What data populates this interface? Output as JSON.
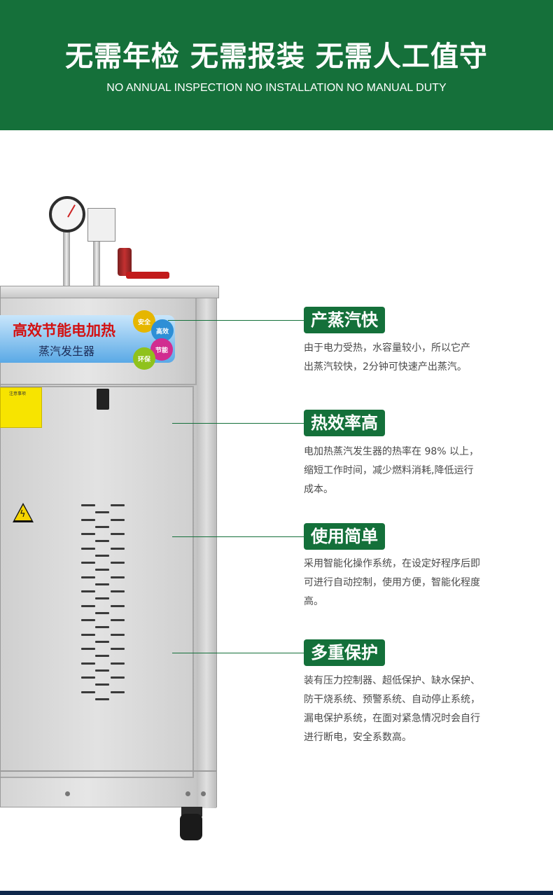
{
  "header": {
    "title": "无需年检 无需报装 无需人工值守",
    "subtitle": "NO ANNUAL INSPECTION NO INSTALLATION NO MANUAL DUTY",
    "background_color": "#15703a"
  },
  "product": {
    "label_main": "高效节能电加热",
    "label_sub": "蒸汽发生器",
    "badges": [
      "安全",
      "高效",
      "节能",
      "环保"
    ],
    "badge_colors": [
      "#e6b600",
      "#2e8fd6",
      "#d12d90",
      "#8fc21c"
    ],
    "warning_sticker": "注意事项"
  },
  "features": [
    {
      "title": "产蒸汽快",
      "lines": [
        "由于电力受热，水容量较小，所以它产",
        "出蒸汽较快，2分钟可快速产出蒸汽。"
      ]
    },
    {
      "title": "热效率高",
      "lines": [
        "电加热蒸汽发生器的热率在 98% 以上，",
        "缩短工作时间，减少燃料消耗,降低运行",
        "成本。"
      ]
    },
    {
      "title": "使用简单",
      "lines": [
        "采用智能化操作系统，在设定好程序后即",
        "可进行自动控制，使用方便，智能化程度",
        "高。"
      ]
    },
    {
      "title": "多重保护",
      "lines": [
        "装有压力控制器、超低保护、缺水保护、",
        "防干烧系统、预警系统、自动停止系统，",
        "漏电保护系统，在面对紧急情况时会自行",
        "进行断电，安全系数高。"
      ]
    }
  ],
  "accent_color": "#14703a"
}
